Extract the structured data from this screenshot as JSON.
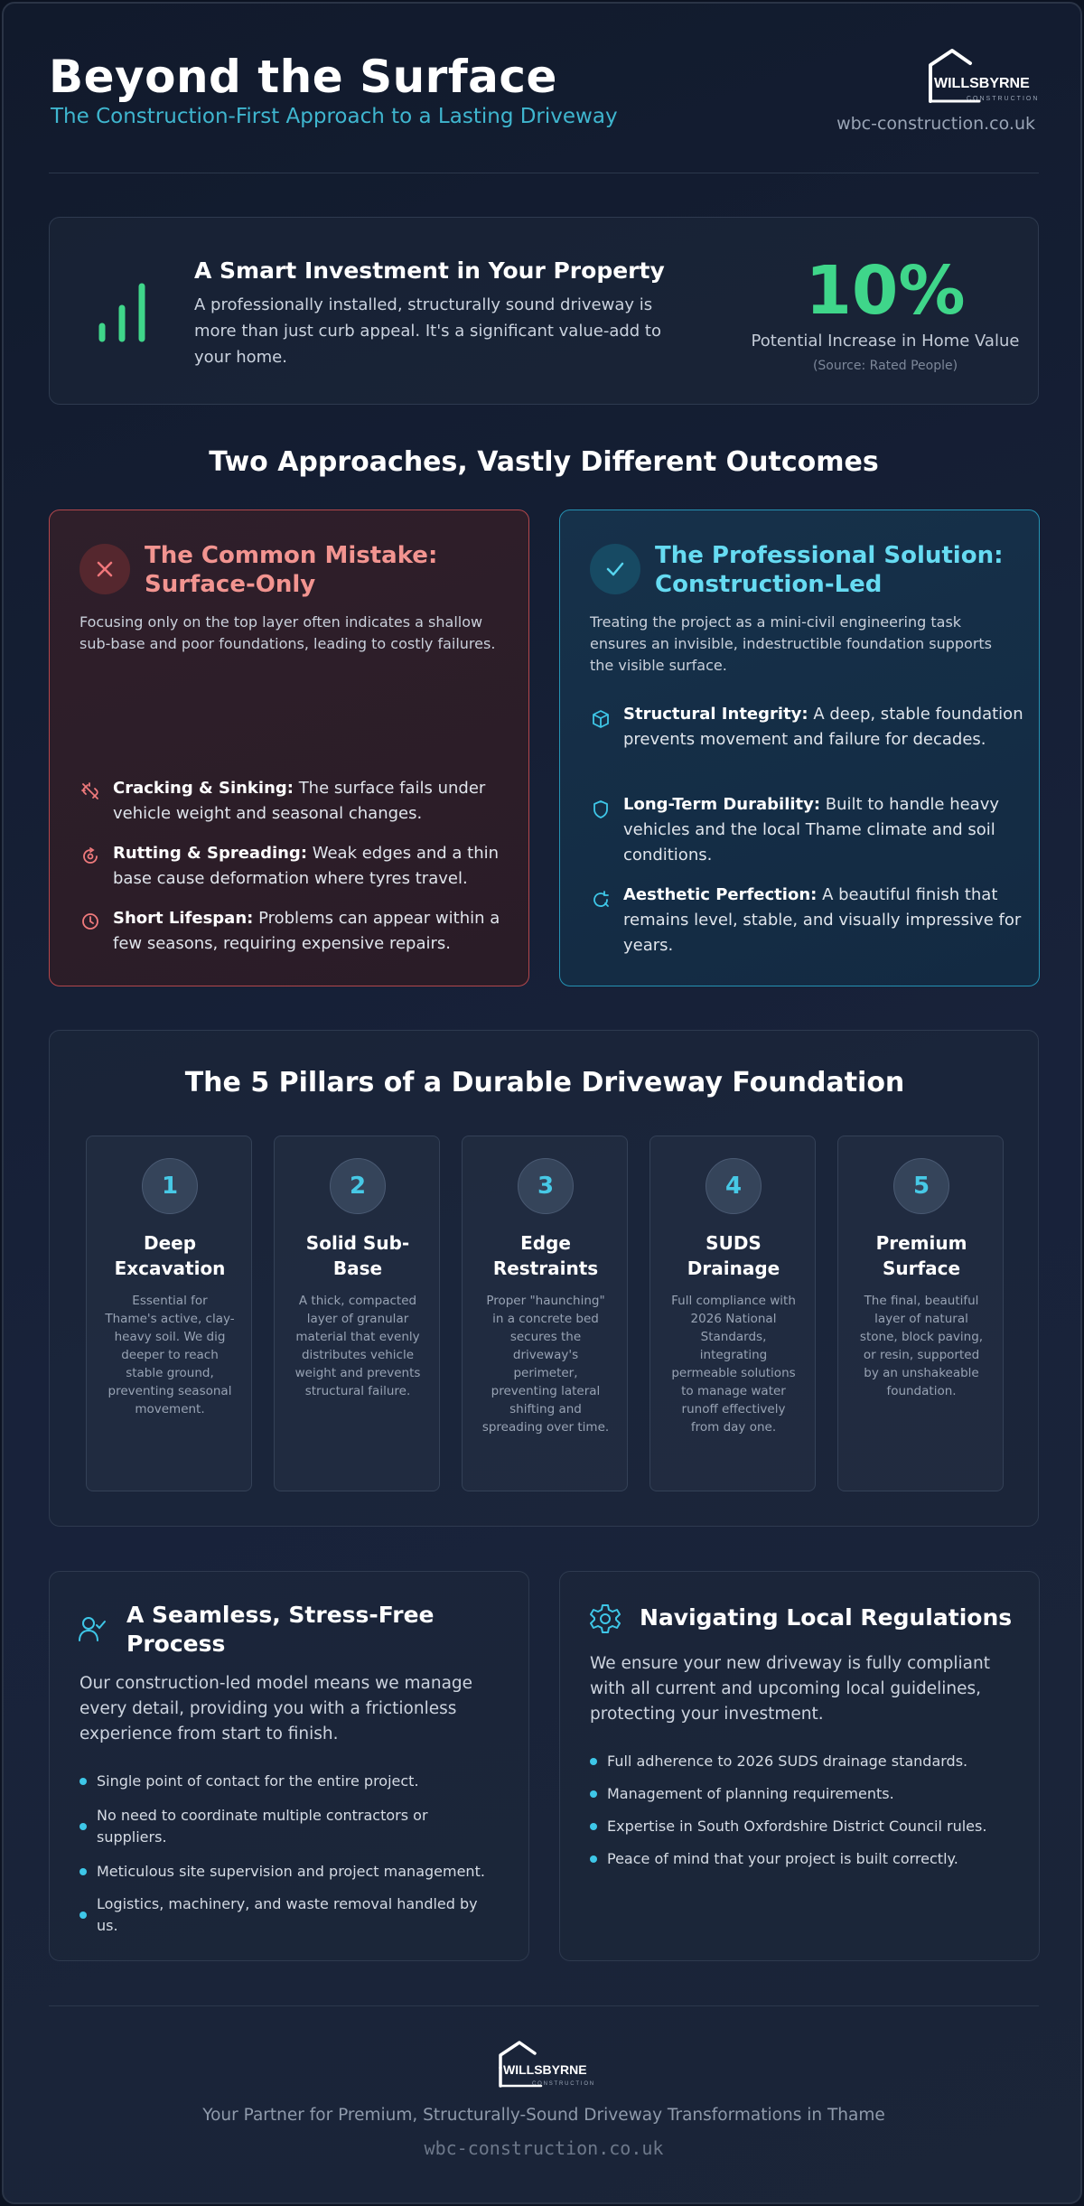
{
  "header": {
    "title": "Beyond the Surface",
    "subtitle": "The Construction-First Approach to a Lasting Driveway",
    "brand": "WILLSBYRNE",
    "brand_sub": "CONSTRUCTION",
    "website": "wbc-construction.co.uk"
  },
  "investment": {
    "icon": "bar-chart-icon",
    "title": "A Smart Investment in Your Property",
    "description": "A professionally installed, structurally sound driveway is more than just curb appeal. It's a significant value-add to your home.",
    "stat": "10%",
    "stat_label": "Potential Increase in Home Value",
    "stat_source": "(Source: Rated People)"
  },
  "compare": {
    "heading": "Two Approaches, Vastly Different Outcomes",
    "bad": {
      "title_line1": "The Common Mistake:",
      "title_line2": "Surface-Only",
      "description": "Focusing only on the top layer often indicates a shallow sub-base and poor foundations, leading to costly failures.",
      "points": [
        {
          "icon": "broken-link-icon",
          "label": "Cracking & Sinking:",
          "text": " The surface fails under vehicle weight and seasonal changes."
        },
        {
          "icon": "circular-arrow-icon",
          "label": "Rutting & Spreading:",
          "text": " Weak edges and a thin base cause deformation where tyres travel."
        },
        {
          "icon": "clock-icon",
          "label": "Short Lifespan:",
          "text": " Problems can appear within a few seasons, requiring expensive repairs."
        }
      ]
    },
    "good": {
      "title_line1": "The Professional Solution:",
      "title_line2": "Construction-Led",
      "description": "Treating the project as a mini-civil engineering task ensures an invisible, indestructible foundation supports the visible surface.",
      "points": [
        {
          "icon": "cube-icon",
          "label": "Structural Integrity:",
          "text": " A deep, stable foundation prevents movement and failure for decades."
        },
        {
          "icon": "shield-icon",
          "label": "Long-Term Durability:",
          "text": " Built to handle heavy vehicles and the local Thame climate and soil conditions."
        },
        {
          "icon": "sparkle-refresh-icon",
          "label": "Aesthetic Perfection:",
          "text": " A beautiful finish that remains level, stable, and visually impressive for years."
        }
      ]
    }
  },
  "pillars": {
    "heading": "The 5 Pillars of a Durable Driveway Foundation",
    "items": [
      {
        "num": "1",
        "title": "Deep Excavation",
        "desc": "Essential for Thame's active, clay-heavy soil. We dig deeper to reach stable ground, preventing seasonal movement."
      },
      {
        "num": "2",
        "title": "Solid Sub-Base",
        "desc": "A thick, compacted layer of granular material that evenly distributes vehicle weight and prevents structural failure."
      },
      {
        "num": "3",
        "title": "Edge Restraints",
        "desc": "Proper \"haunching\" in a concrete bed secures the driveway's perimeter, preventing lateral shifting and spreading over time."
      },
      {
        "num": "4",
        "title": "SUDS Drainage",
        "desc": "Full compliance with 2026 National Standards, integrating permeable solutions to manage water runoff effectively from day one."
      },
      {
        "num": "5",
        "title": "Premium Surface",
        "desc": "The final, beautiful layer of natural stone, block paving, or resin, supported by an unshakeable foundation."
      }
    ]
  },
  "process": {
    "icon": "user-check-icon",
    "title_line1": "A Seamless, Stress-Free",
    "title_line2": "Process",
    "description": "Our construction-led model means we manage every detail, providing you with a frictionless experience from start to finish.",
    "items": [
      "Single point of contact for the entire project.",
      "No need to coordinate multiple contractors or suppliers.",
      "Meticulous site supervision and project management.",
      "Logistics, machinery, and waste removal handled by us."
    ]
  },
  "regulations": {
    "icon": "gear-icon",
    "title": "Navigating Local Regulations",
    "description": "We ensure your new driveway is fully compliant with all current and upcoming local guidelines, protecting your investment.",
    "items": [
      "Full adherence to 2026 SUDS drainage standards.",
      "Management of planning requirements.",
      "Expertise in South Oxfordshire District Council rules.",
      "Peace of mind that your project is built correctly."
    ]
  },
  "footer": {
    "tagline": "Your Partner for Premium, Structurally-Sound Driveway Transformations in Thame",
    "website": "wbc-construction.co.uk"
  },
  "colors": {
    "accent_teal": "#3fb6cf",
    "stat_green": "#3fd68a",
    "mistake_red": "#f29490",
    "solution_teal": "#66dbf2"
  }
}
